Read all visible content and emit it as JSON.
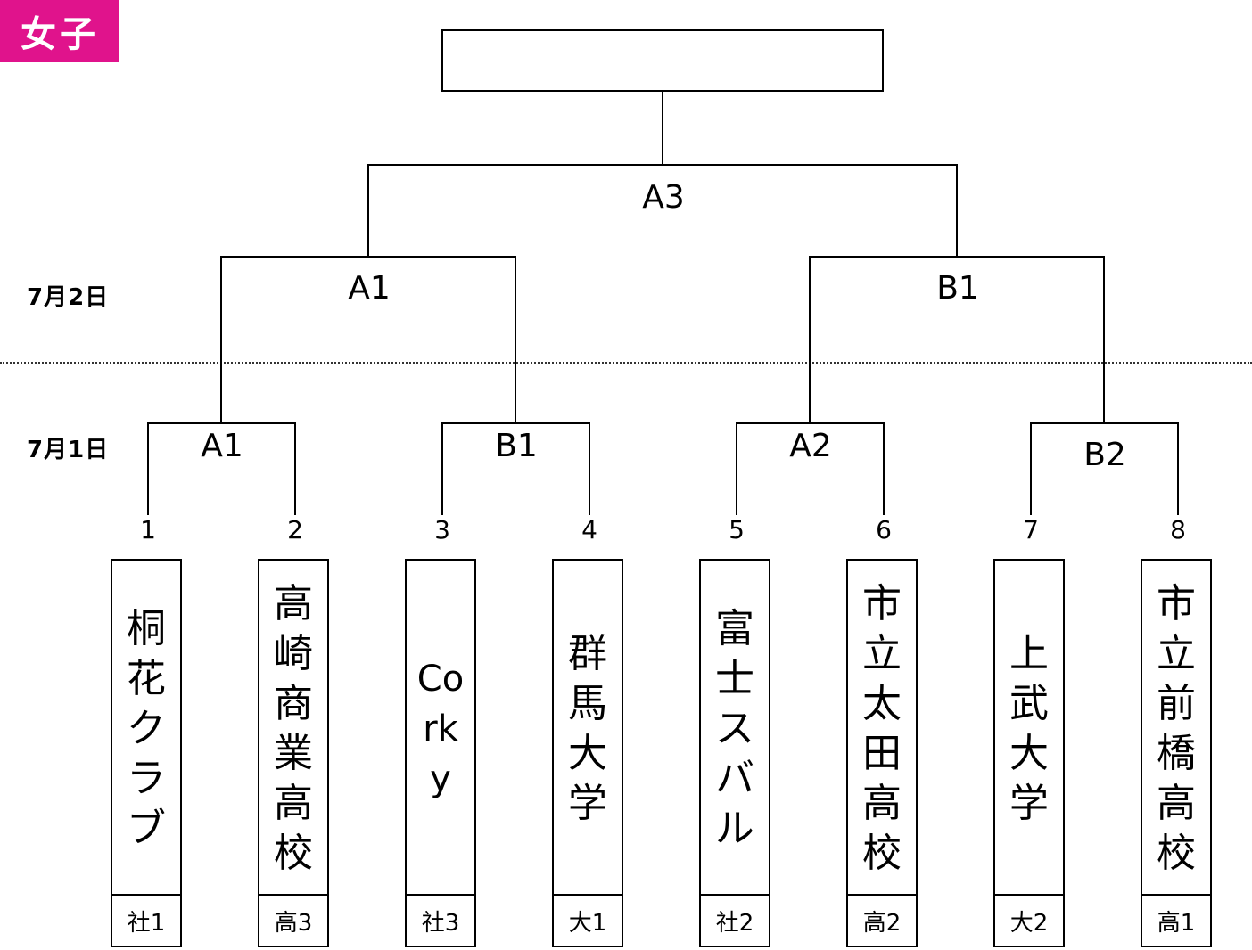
{
  "header": {
    "category": "女子"
  },
  "colors": {
    "badge": "#e0138c",
    "line": "#000000"
  },
  "dates": {
    "day2": "7月2日",
    "day1": "7月1日"
  },
  "final": {
    "winner": ""
  },
  "matches": {
    "semifinal": "A3",
    "day2_left": "A1",
    "day2_right": "B1",
    "day1": [
      "A1",
      "B1",
      "A2",
      "B2"
    ]
  },
  "teams": [
    {
      "seed": "1",
      "name": "桐花クラブ",
      "type": "社1"
    },
    {
      "seed": "2",
      "name": "高崎商業高校",
      "type": "高3"
    },
    {
      "seed": "3",
      "name": "Corky",
      "type": "社3"
    },
    {
      "seed": "4",
      "name": "群馬大学",
      "type": "大1"
    },
    {
      "seed": "5",
      "name": "富士スバル",
      "type": "社2"
    },
    {
      "seed": "6",
      "name": "市立太田高校",
      "type": "高2"
    },
    {
      "seed": "7",
      "name": "上武大学",
      "type": "大2"
    },
    {
      "seed": "8",
      "name": "市立前橋高校",
      "type": "高1"
    }
  ]
}
